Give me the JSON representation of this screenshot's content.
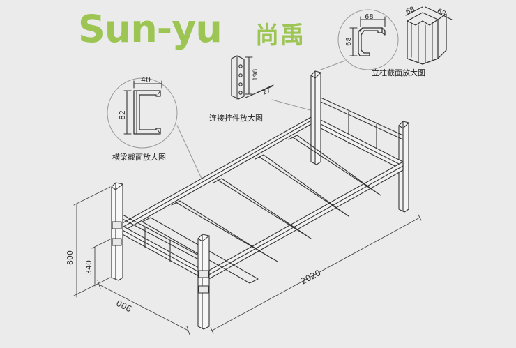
{
  "brand": {
    "latin": "Sun-yu",
    "chinese": "尚禹",
    "color": "#9cc553"
  },
  "labels": {
    "post_section": "立柱截面放大图",
    "connector": "连接挂件放大图",
    "beam_section": "横梁截面放大图"
  },
  "dimensions": {
    "post_width": "68",
    "post_depth": "68",
    "post_3d_a": "68",
    "post_3d_b": "68",
    "connector_height": "198",
    "connector_width": "27",
    "beam_width": "40",
    "beam_height": "82",
    "bed_height": "800",
    "rail_height": "340",
    "bed_width": "900",
    "bed_length": "2020"
  },
  "colors": {
    "background": "#ebebeb",
    "line": "#333333"
  }
}
